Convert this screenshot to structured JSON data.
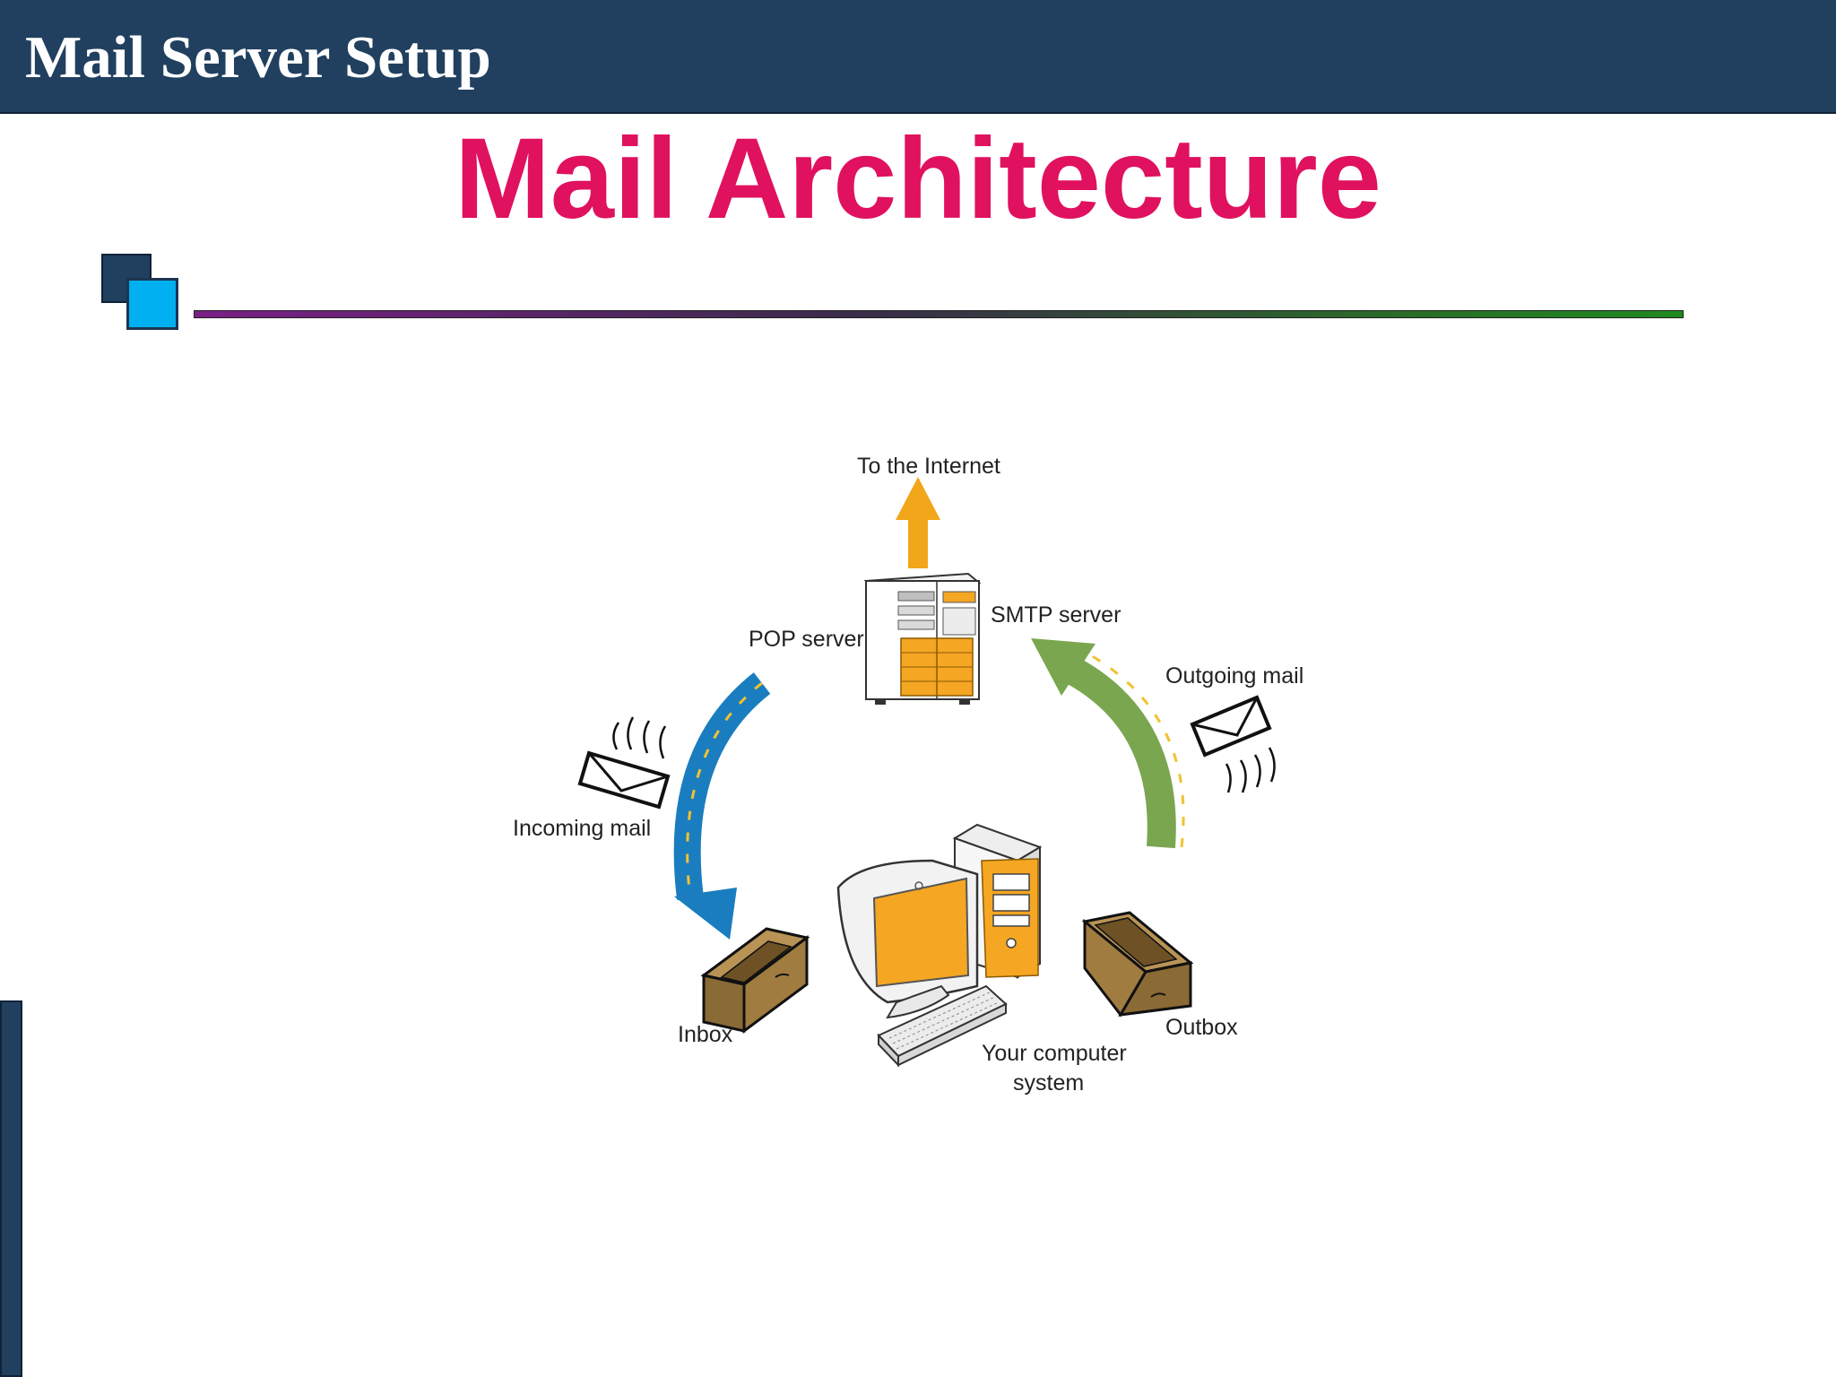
{
  "header": {
    "title": "Mail Server Setup"
  },
  "slide": {
    "title": "Mail Architecture"
  },
  "diagram": {
    "labels": {
      "internet": "To the Internet",
      "pop_server": "POP server",
      "smtp_server": "SMTP server",
      "outgoing_mail": "Outgoing mail",
      "incoming_mail": "Incoming mail",
      "inbox": "Inbox",
      "outbox": "Outbox",
      "computer_line1": "Your computer",
      "computer_line2": "system"
    },
    "colors": {
      "header_bg": "#21405f",
      "title_text": "#e0115f",
      "incoming_arrow": "#1a7dbf",
      "outgoing_arrow": "#7aa650",
      "internet_arrow": "#f2a61a",
      "orange_panel": "#f5a623",
      "box_brown": "#8a6a35"
    }
  }
}
